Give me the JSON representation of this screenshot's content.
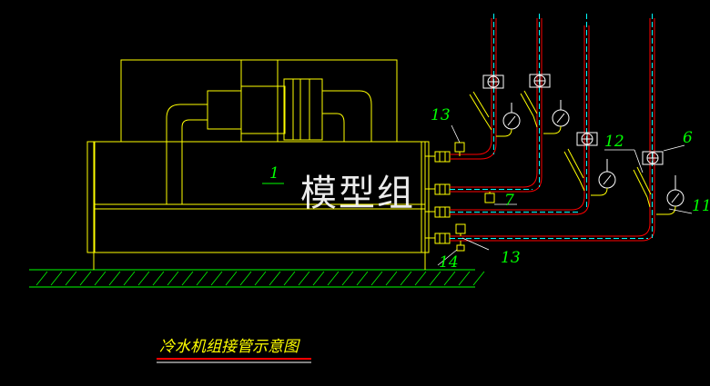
{
  "drawing": {
    "title": "冷水机组接管示意图",
    "watermark": "模型组",
    "labels": {
      "unit": "1",
      "gauge_top": "13",
      "gauge_bottom": "13",
      "valve_7": "7",
      "thermometer": "12",
      "flow_switch": "6",
      "drain": "14",
      "pressure": "11"
    }
  },
  "colors": {
    "machine": "#ffff00",
    "supply_pipe": "#ff0000",
    "return_pipe": "#00ffff",
    "label": "#00ff00",
    "ground": "#00ff00"
  }
}
